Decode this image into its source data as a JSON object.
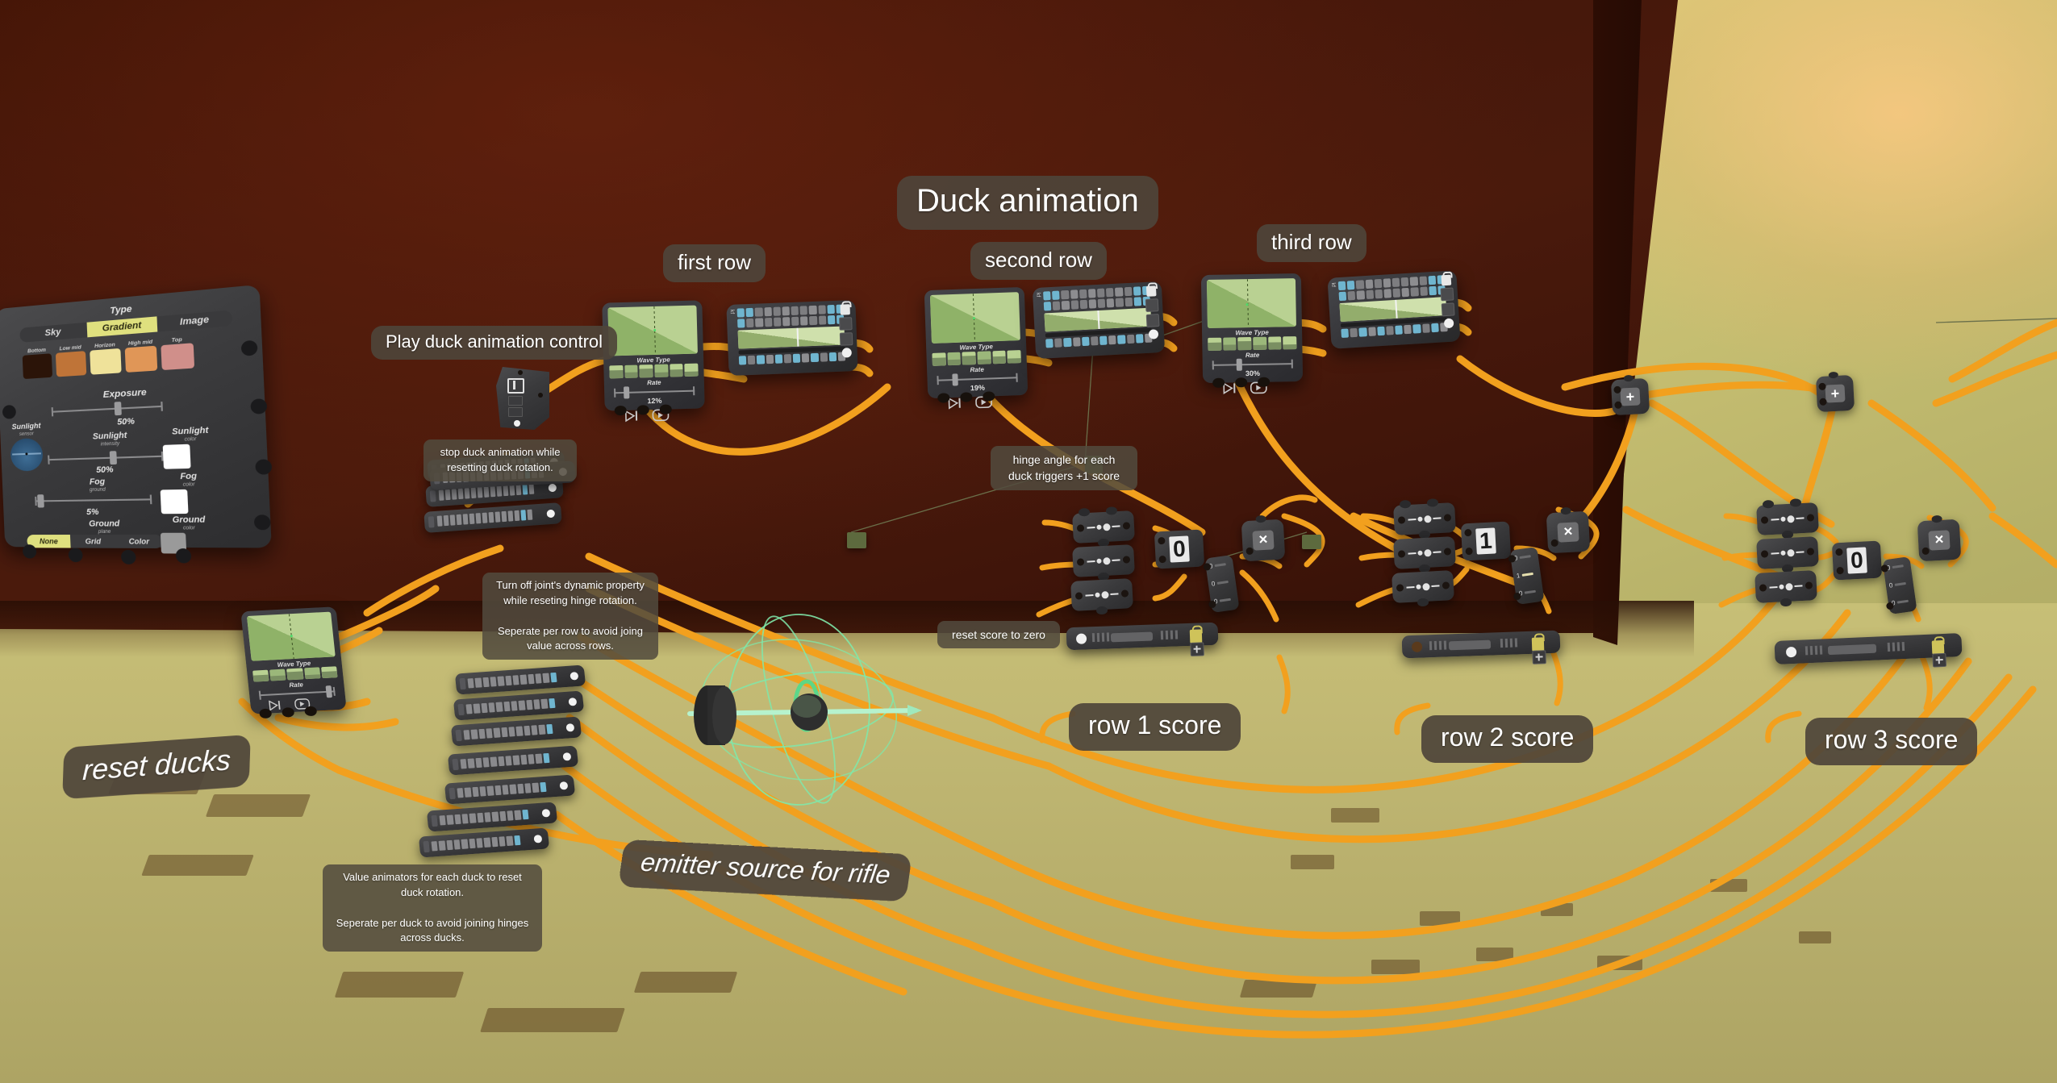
{
  "scene": {
    "title_label": "Duck animation",
    "row_labels": {
      "first": "first row",
      "second": "second row",
      "third": "third row"
    },
    "play_control_label": "Play duck animation control",
    "reset_ducks_label": "reset ducks",
    "emitter_label": "emitter source for rifle",
    "score_labels": {
      "row1": "row 1 score",
      "row2": "row 2 score",
      "row3": "row 3 score"
    }
  },
  "annotations": {
    "stop_anim": "stop duck animation while resetting duck rotation.",
    "joint_dynamic": "Turn off joint's dynamic property while reseting hinge rotation.\n\nSeperate per row to avoid joing value across rows.",
    "value_animators": "Value animators for each duck to reset duck rotation.\n\nSeperate per duck to avoid joining hinges across ducks.",
    "hinge_angle": "hinge angle for each duck triggers +1 score",
    "reset_score": "reset score to zero"
  },
  "env_panel": {
    "type_title": "Type",
    "type_options": [
      "Sky",
      "Gradient",
      "Image"
    ],
    "type_selected": "Gradient",
    "gradient_stops": [
      {
        "label": "Bottom",
        "color": "#2b1408"
      },
      {
        "label": "Low mid",
        "color": "#bf7438"
      },
      {
        "label": "Horizon",
        "color": "#efe29a"
      },
      {
        "label": "High mid",
        "color": "#e09657"
      },
      {
        "label": "Top",
        "color": "#d08f8a"
      }
    ],
    "exposure_label": "Exposure",
    "exposure_value": "50%",
    "sunlight_sensor_label": "Sunlight",
    "sunlight_sensor_sub": "sensor",
    "sunlight_intensity_label": "Sunlight",
    "sunlight_intensity_sub": "intensity",
    "sunlight_intensity_value": "50%",
    "sunlight_color_label": "Sunlight",
    "sunlight_color_sub": "color",
    "sunlight_color": "#ffffff",
    "fog_label": "Fog",
    "fog_sub": "ground",
    "fog_value": "5%",
    "fog_color_label": "Fog",
    "fog_color_sub": "color",
    "fog_color": "#ffffff",
    "ground_label": "Ground",
    "ground_sub": "plane",
    "ground_options": [
      "None",
      "Grid",
      "Color"
    ],
    "ground_selected": "None",
    "ground_color_label": "Ground",
    "ground_color_sub": "color",
    "ground_color": "#9a9a9a"
  },
  "wave_nodes": [
    {
      "id": "first",
      "caption": "Wave Type",
      "rate_label": "Rate",
      "rate_value": "12%"
    },
    {
      "id": "second",
      "caption": "Wave Type",
      "rate_label": "Rate",
      "rate_value": "19%"
    },
    {
      "id": "third",
      "caption": "Wave Type",
      "rate_label": "Rate",
      "rate_value": "30%"
    }
  ],
  "reset_wave_node": {
    "caption": "Wave Type",
    "rate_label": "Rate",
    "rate_value": "100%"
  },
  "score_groups": [
    {
      "id": "row1",
      "value": "0",
      "op_multiply": "×",
      "slider_values": [
        "0",
        "0",
        "0"
      ]
    },
    {
      "id": "row2",
      "value": "1",
      "op_multiply": "×",
      "slider_values": [
        "0",
        "1",
        "0"
      ]
    },
    {
      "id": "row3",
      "value": "0",
      "op_multiply": "×",
      "slider_values": [
        "0",
        "0",
        "0"
      ]
    }
  ],
  "add_nodes": [
    {
      "id": "add-left",
      "glyph": "+"
    },
    {
      "id": "add-right",
      "glyph": "+"
    }
  ],
  "icons": {
    "play_icon": "play-to-icon",
    "loop_icon": "loop-icon",
    "lock_icon": "lock-icon",
    "plus_icon": "plus-icon",
    "multiply_icon": "multiply-icon"
  },
  "colors": {
    "wire": "#f2a01e",
    "wall": "#43160a",
    "ground": "#bdb46f",
    "sky_top": "#e8a95c",
    "accent_selected": "#dfe07e",
    "gizmo": "#7fe8aa"
  }
}
